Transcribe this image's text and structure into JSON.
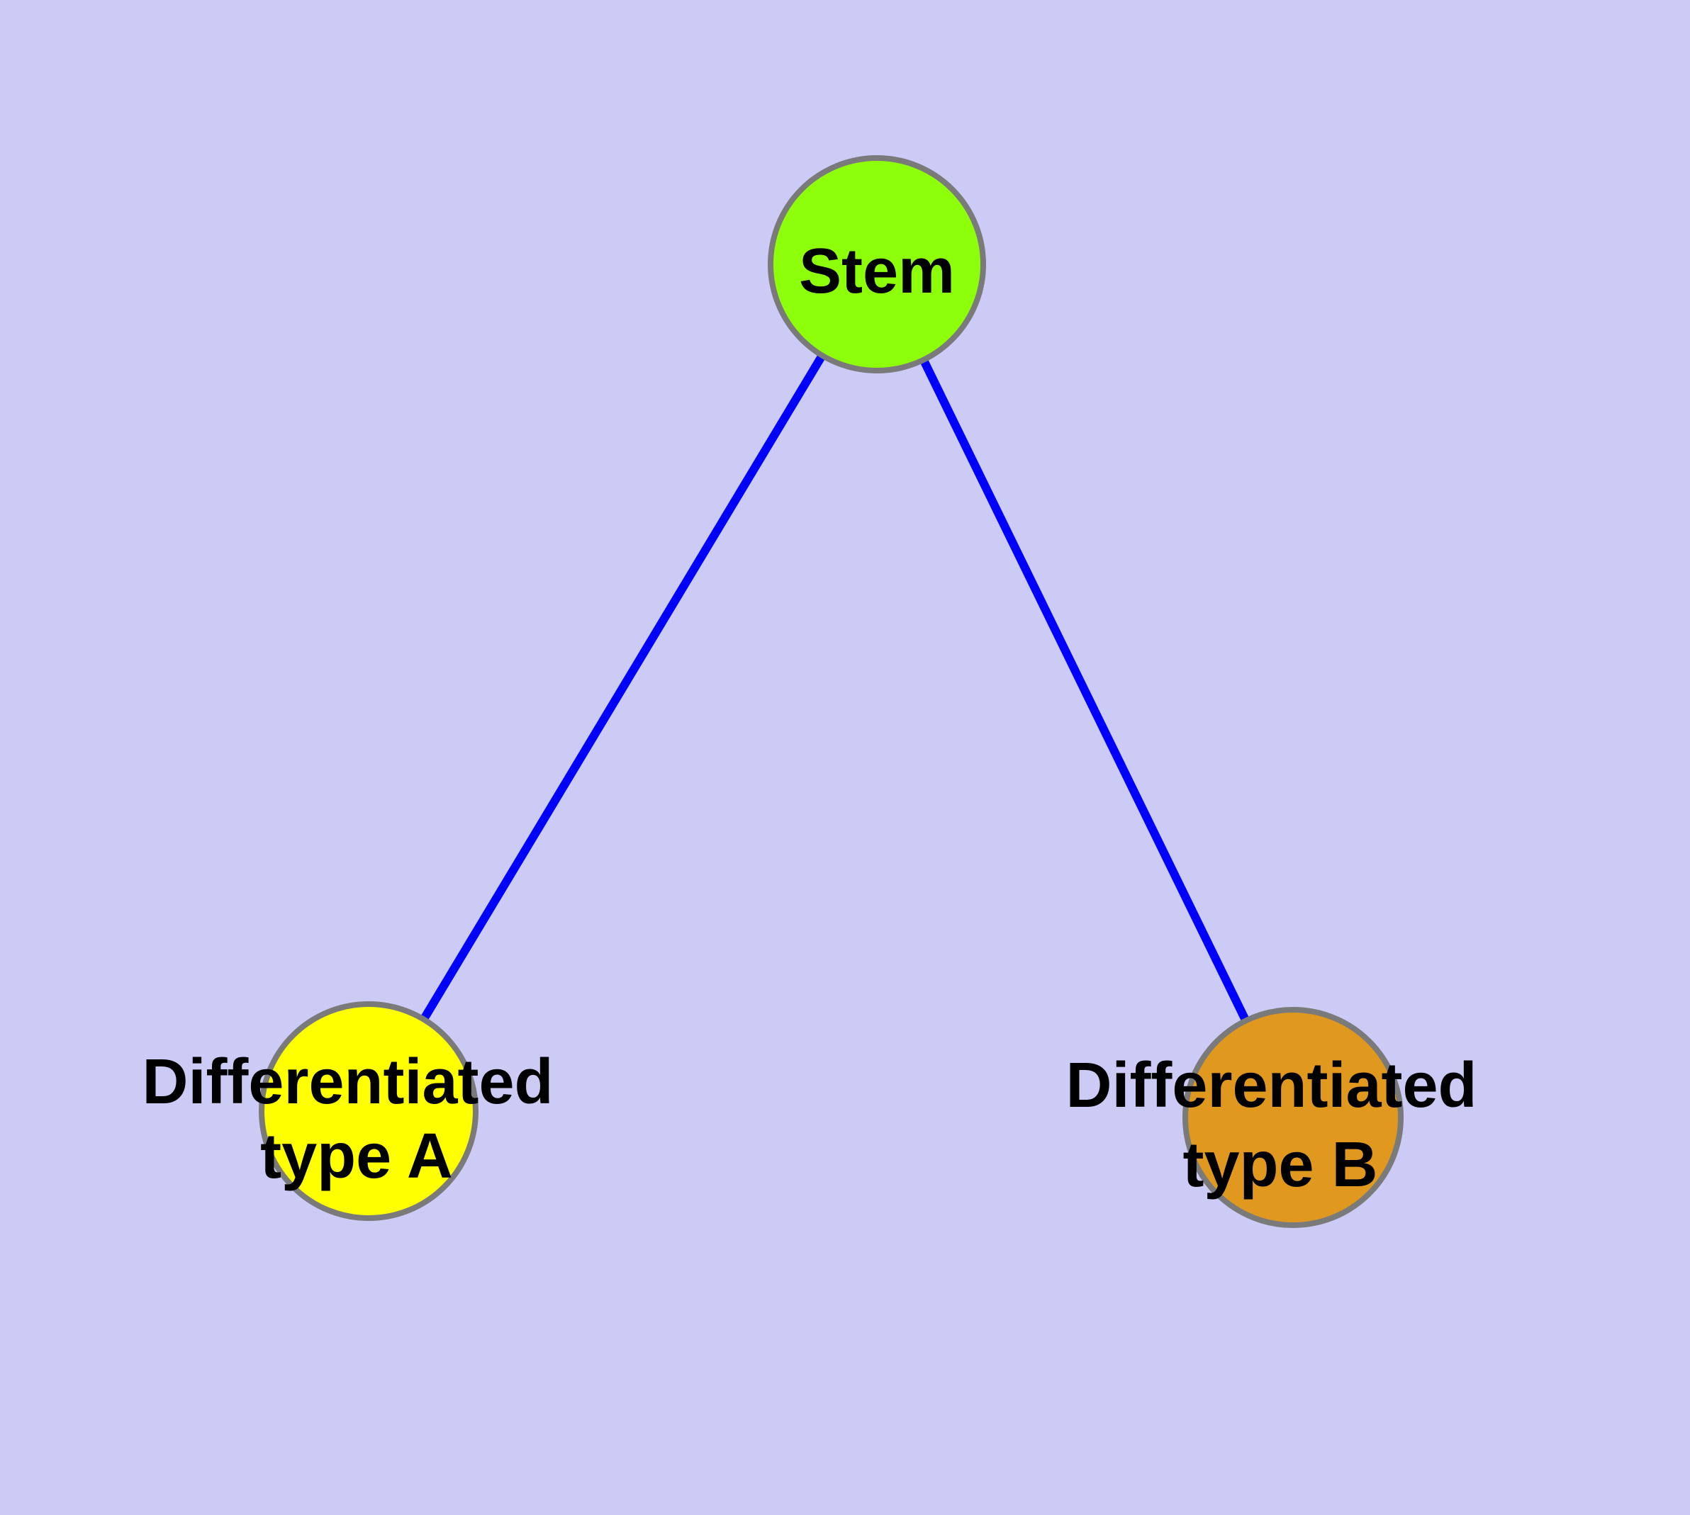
{
  "diagram": {
    "background_color": "#CBCBF5",
    "edge_color": "#0000FF",
    "node_border_color": "#7A7A7A",
    "text_color": "#000000",
    "nodes": {
      "stem": {
        "label": "Stem",
        "fill": "#8DFF0A"
      },
      "diff_a": {
        "label_line1": "Differentiated",
        "label_line2": "type A",
        "fill": "#FFFF00"
      },
      "diff_b": {
        "label_line1": "Differentiated",
        "label_line2": "type B",
        "fill": "#E0991E"
      }
    },
    "edges": [
      {
        "from": "Stem",
        "to": "Differentiated type A"
      },
      {
        "from": "Stem",
        "to": "Differentiated type B"
      }
    ]
  }
}
